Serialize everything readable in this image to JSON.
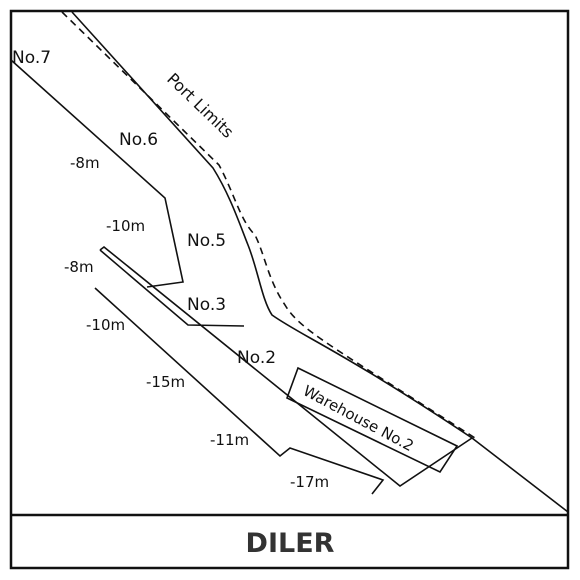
{
  "map": {
    "title": "DILER",
    "port_limits_label": "Port Limits",
    "berths": {
      "no7": "No.7",
      "no6": "No.6",
      "no5": "No.5",
      "no3": "No.3",
      "no2": "No.2"
    },
    "warehouse_label": "Warehouse No.2",
    "depths": {
      "d_no6": "-8m",
      "d_no5": "-10m",
      "d_no3": "-8m",
      "d_outer_1": "-10m",
      "d_outer_2": "-15m",
      "d_outer_3": "-11m",
      "d_outer_4": "-17m"
    }
  },
  "colors": {
    "line": "#111111",
    "title_text": "#333333",
    "background": "#ffffff"
  }
}
